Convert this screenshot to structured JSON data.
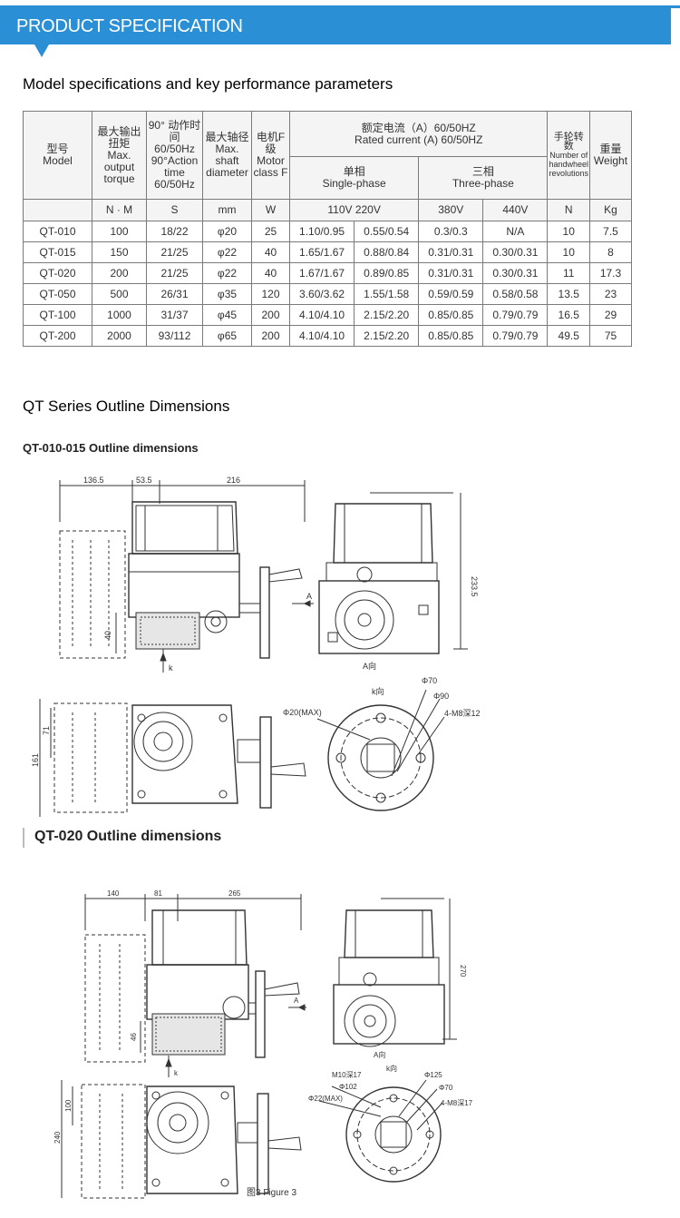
{
  "banner": {
    "title": "PRODUCT SPECIFICATION"
  },
  "section1": {
    "heading": "Model specifications and key performance parameters"
  },
  "table": {
    "headers": {
      "model_cn": "型号",
      "model_en": "Model",
      "torque_cn": "最大输出扭矩",
      "torque_en": "Max. output torque",
      "time_cn": "90° 动作时 间",
      "time_freq": "60/50Hz",
      "time_en": "90°Action time 60/50Hz",
      "shaft_cn": "最大轴径",
      "shaft_en": "Max. shaft diameter",
      "motor_cn": "电机F级",
      "motor_en": "Motor class F",
      "current_cn": "额定电流（A）60/50HZ",
      "current_en": "Rated current (A) 60/50HZ",
      "single_cn": "单相",
      "single_en": "Single-phase",
      "three_cn": "三相",
      "three_en": "Three-phase",
      "handwheel_cn": "手轮转数",
      "handwheel_en": "Number of handwheel revolutions",
      "weight_cn": "重量",
      "weight_en": "Weight"
    },
    "units": [
      "N · M",
      "S",
      "mm",
      "W",
      "110V 220V",
      "380V",
      "440V",
      "N",
      "Kg"
    ],
    "rows": [
      [
        "QT-010",
        "100",
        "18/22",
        "φ20",
        "25",
        "1.10/0.95",
        "0.55/0.54",
        "0.3/0.3",
        "N/A",
        "10",
        "7.5"
      ],
      [
        "QT-015",
        "150",
        "21/25",
        "φ22",
        "40",
        "1.65/1.67",
        "0.88/0.84",
        "0.31/0.31",
        "0.30/0.31",
        "10",
        "8"
      ],
      [
        "QT-020",
        "200",
        "21/25",
        "φ22",
        "40",
        "1.67/1.67",
        "0.89/0.85",
        "0.31/0.31",
        "0.30/0.31",
        "11",
        "17.3"
      ],
      [
        "QT-050",
        "500",
        "26/31",
        "φ35",
        "120",
        "3.60/3.62",
        "1.55/1.58",
        "0.59/0.59",
        "0.58/0.58",
        "13.5",
        "23"
      ],
      [
        "QT-100",
        "1000",
        "31/37",
        "φ45",
        "200",
        "4.10/4.10",
        "2.15/2.20",
        "0.85/0.85",
        "0.79/0.79",
        "16.5",
        "29"
      ],
      [
        "QT-200",
        "2000",
        "93/112",
        "φ65",
        "200",
        "4.10/4.10",
        "2.15/2.20",
        "0.85/0.85",
        "0.79/0.79",
        "49.5",
        "75"
      ]
    ]
  },
  "section2": {
    "heading": "QT Series Outline Dimensions"
  },
  "drawing1": {
    "title": "QT-010-015 Outline dimensions",
    "dims": {
      "d1": "136.5",
      "d2": "53.5",
      "d3": "216",
      "height": "233.5",
      "d40": "40",
      "d71": "71",
      "d161": "161"
    },
    "labels": {
      "arrow_a": "A",
      "view_a": "A向",
      "arrow_k": "k",
      "view_k": "k向",
      "phi70": "Φ70",
      "phi90": "Φ90",
      "phi20": "Φ20(MAX)",
      "m8": "4-M8深12"
    }
  },
  "drawing2": {
    "title": "QT-020 Outline dimensions",
    "dims": {
      "d1": "140",
      "d2": "81",
      "d3": "265",
      "height": "270",
      "d46": "46",
      "d100": "100",
      "d240": "240"
    },
    "labels": {
      "arrow_a": "A",
      "view_a": "A向",
      "arrow_k": "k",
      "view_k": "k向",
      "m10": "M10深17",
      "phi125": "Φ125",
      "phi102": "Φ102",
      "phi70": "Φ70",
      "phi22": "Φ22(MAX)",
      "m8": "4-M8深17"
    },
    "caption": "图3 Figure 3"
  }
}
